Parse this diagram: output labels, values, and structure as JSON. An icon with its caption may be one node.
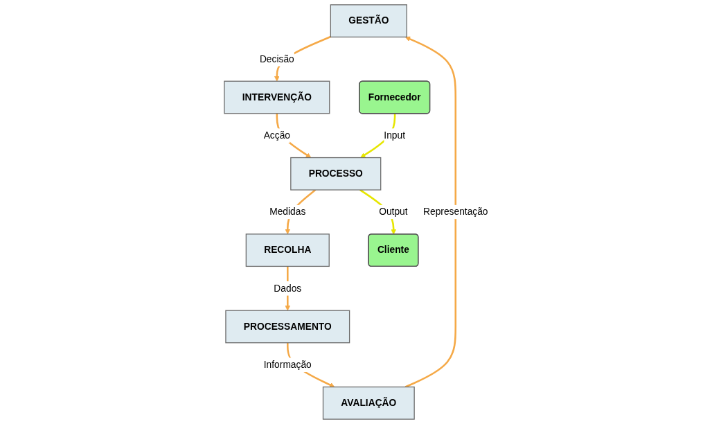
{
  "diagram": {
    "nodes": [
      {
        "text": [
          "GESTÃO"
        ]
      },
      {
        "text": [
          "AVALIAÇÃO"
        ]
      },
      {
        "text": [
          "PROCESSAMENTO"
        ]
      },
      {
        "text": [
          "INTERVENÇÃO"
        ]
      },
      {
        "text": [
          "RECOLHA"
        ]
      },
      {
        "text": [
          "PROCESSO"
        ]
      },
      {
        "text": [
          "Fornecedor"
        ]
      },
      {
        "text": [
          "Cliente"
        ]
      }
    ],
    "edges": [
      {
        "from": 2,
        "to": 1,
        "arrow": "to",
        "label": "Informação"
      },
      {
        "from": 1,
        "to": 0,
        "arrow": "to",
        "label": "Representação"
      },
      {
        "from": 0,
        "to": 3,
        "arrow": "to",
        "label": "Decisão"
      },
      {
        "from": 3,
        "to": 5,
        "arrow": "to",
        "label": "Acção"
      },
      {
        "from": 5,
        "to": 4,
        "arrow": "to",
        "label": "Medidas"
      },
      {
        "from": 4,
        "to": 2,
        "arrow": "to",
        "label": "Dados"
      },
      {
        "from": 6,
        "to": 5,
        "arrow": "to",
        "label": "Input",
        "color": "#e6e600"
      },
      {
        "from": 5,
        "to": 7,
        "arrow": "to",
        "label": "Output",
        "color": "#e6e600"
      }
    ]
  }
}
